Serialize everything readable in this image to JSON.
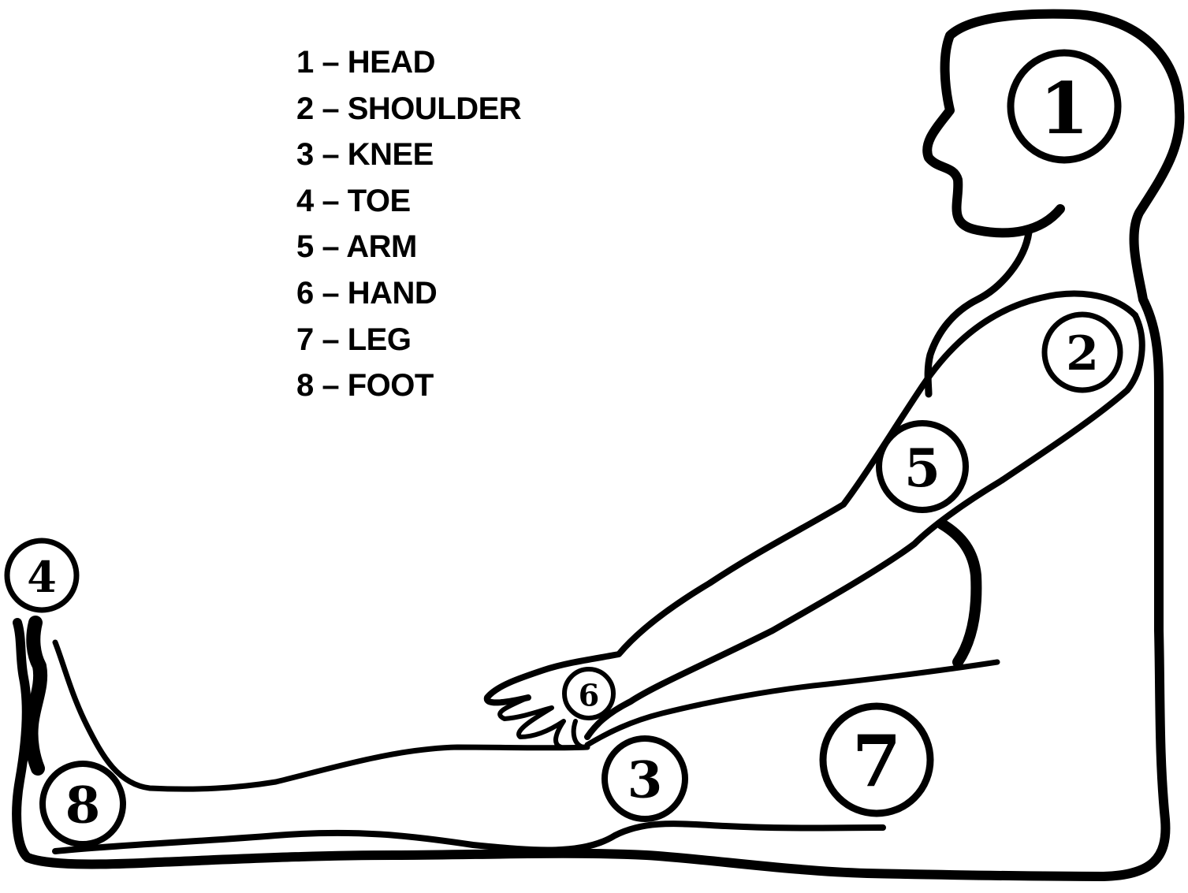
{
  "legend": [
    {
      "num": "1",
      "text": "1 – HEAD"
    },
    {
      "num": "2",
      "text": "2 – SHOULDER"
    },
    {
      "num": "3",
      "text": "3 – KNEE"
    },
    {
      "num": "4",
      "text": "4 – TOE"
    },
    {
      "num": "5",
      "text": "5 – ARM"
    },
    {
      "num": "6",
      "text": "6 – HAND"
    },
    {
      "num": "7",
      "text": "7 – LEG"
    },
    {
      "num": "8",
      "text": "8 – FOOT"
    }
  ],
  "markers": {
    "head": "1",
    "shoulder": "2",
    "knee": "3",
    "toe": "4",
    "arm": "5",
    "hand": "6",
    "leg": "7",
    "foot": "8"
  },
  "colors": {
    "ink": "#000000",
    "background": "#ffffff"
  }
}
